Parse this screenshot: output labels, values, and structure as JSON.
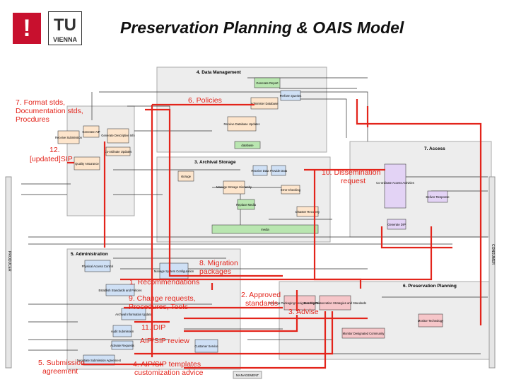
{
  "header": {
    "title": "Preservation Planning & OAIS Model",
    "logo_mark": "!",
    "logo_letters": "TU",
    "logo_sub": "VIENNA"
  },
  "colors": {
    "red": "#e3241b",
    "box_fill": "#fde5cc",
    "green": "#b9e6b0",
    "blue": "#cfe0f5",
    "purple": "#e3d3f5",
    "pink": "#f6c6c9",
    "panel": "#ededed"
  },
  "oais": {
    "data_management": "4. Data Management",
    "archival_storage": "3. Archival Storage",
    "access": "7. Access",
    "administration": "5. Administration",
    "preservation_planning": "6. Preservation Planning",
    "producer": "PRODUCER",
    "consumer": "CONSUMER",
    "management": "MANAGEMENT"
  },
  "boxes": {
    "generate_report": "Generate Report",
    "perform_queries": "Perform Queries",
    "administer_database": "Administer Database",
    "receive_database_updates": "Receive Database Updates",
    "generate_aip": "Generate AIP",
    "generate_descriptive_info": "Generate Descriptive Info",
    "receive_submission": "Receive Submission",
    "quality_assurance": "Quality Assurance",
    "coordinate_updates": "Co-ordinate Updates",
    "receive_data": "Receive Data",
    "manage_storage_hierarchy": "Manage Storage Hierarchy",
    "replace_media": "Replace Media",
    "provide_data": "Provide Data",
    "error_checking": "Error Checking",
    "disaster_recovery": "Disaster Recovery",
    "co_ordinate_access_activities": "Co-ordinate Access Activities",
    "deliver_response": "Deliver Response",
    "generate_dip": "Generate DIP",
    "physical_access_control": "Physical Access Control",
    "establish_standards": "Establish Standards and Policies",
    "manage_system_config": "Manage System Configuration",
    "archival_info_update": "Archival Information Update",
    "audit_submission": "Audit Submission",
    "activate_requests": "Activate Requests",
    "customer_service": "Customer Service",
    "negotiate_submission": "Negotiate Submission Agreement",
    "develop_packaging": "Develop Packaging Designs & Migration Plans",
    "develop_preservation": "Develop Preservation Strategies and Standards",
    "monitor_technology": "Monitor Technology",
    "monitor_designated_community": "Monitor Designated Community",
    "storage": "storage",
    "media": "media",
    "database": "database"
  },
  "red_labels": {
    "l7": "7. Format stds,",
    "l7b": "Documentation stds,",
    "l7c": "Procdures",
    "l6": "6. Policies",
    "l12": "12.",
    "l12b": "[updated]SIP",
    "l10": "10. Dissemination",
    "l10b": "request",
    "l8": "8. Migration",
    "l8b": "packages",
    "l1": "1. Recommendations",
    "l9": "9. Change requests,",
    "l9b": "Procedures, Tools",
    "l2": "2. Approved",
    "l2b": "standards",
    "l3": "3. Advise",
    "l11": "11. DIP",
    "laip": "AIP/SIP review",
    "l5": "5. Submission",
    "l5b": "agreement",
    "l4": "4. AIP/SIP templates",
    "l4b": "customization advice"
  }
}
